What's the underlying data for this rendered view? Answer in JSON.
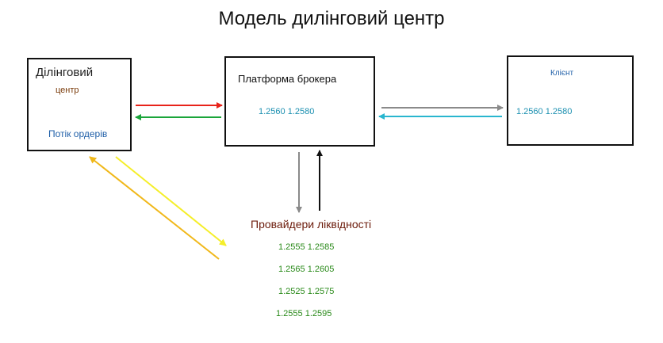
{
  "title": "Модель дилінговий центр",
  "dealing_center": {
    "name": "Ділінговий",
    "subtitle": "центр",
    "order_flow": "Потік ордерів"
  },
  "broker_platform": {
    "name": "Платформа брокера",
    "quote": "1.2560 1.2580"
  },
  "client": {
    "name": "Клієнт",
    "quote": "1.2560 1.2580"
  },
  "liquidity_providers": {
    "name": "Провайдери ліквідності",
    "quotes": [
      "1.2555 1.2585",
      "1.2565 1.2605",
      "1.2525 1.2575",
      "1.2555 1.2595"
    ]
  },
  "colors": {
    "red": "#e8231a",
    "green": "#1aa53a",
    "gray": "#8a8a8a",
    "cyan": "#29b6cf",
    "black": "#111111",
    "yellow": "#f5ee2a",
    "orange": "#f0b81a",
    "blue_text": "#1f5fa8",
    "brown_text": "#7a3b0a",
    "teal_text": "#1a8fb0",
    "green_text": "#2a8a1a",
    "maroon_text": "#6b1a0a"
  }
}
